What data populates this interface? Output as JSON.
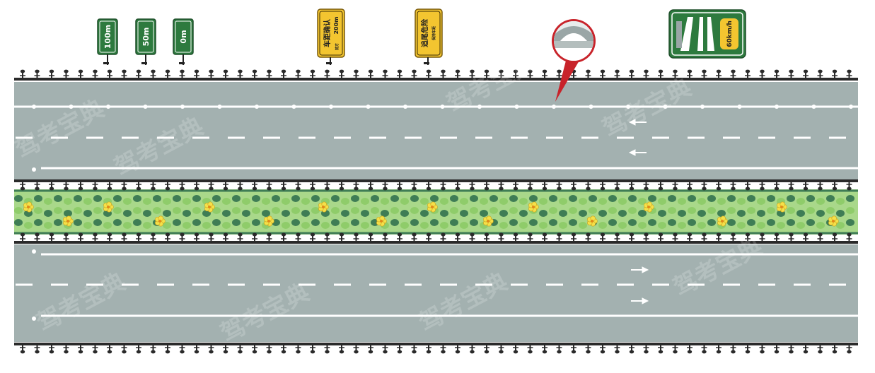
{
  "signs": {
    "distance_markers": [
      {
        "label": "100m"
      },
      {
        "label": "50m"
      },
      {
        "label": "0m"
      }
    ],
    "distance_check": {
      "main": "车距确认",
      "distance": "200m",
      "sub": "前方"
    },
    "rear_end_danger": {
      "main": "追尾危险",
      "sub": "保持车距"
    },
    "speed_sign": {
      "speed": "60km/h"
    }
  },
  "watermark": "驾考宝典",
  "colors": {
    "road": "#a3b1b0",
    "sign_green": "#2d7a3e",
    "sign_yellow": "#f3c530",
    "median_dark": "#3f7d55",
    "median_light": "#8fcc6a",
    "flower": "#f5e04a",
    "callout_red": "#c8232a"
  }
}
